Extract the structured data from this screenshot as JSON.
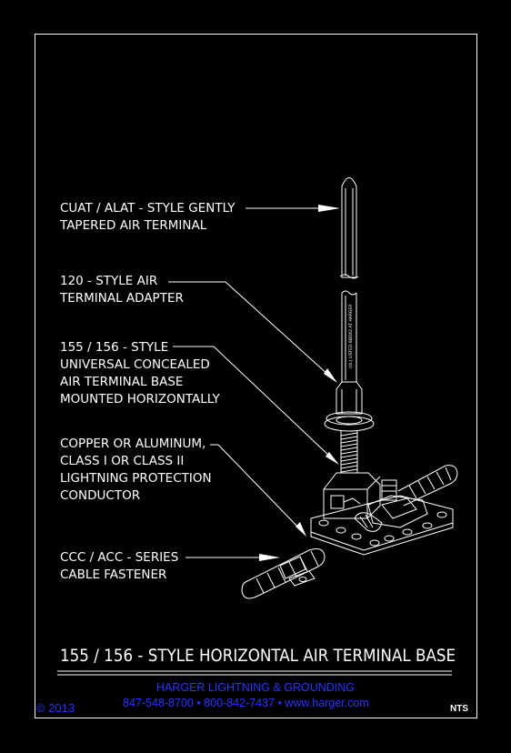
{
  "labels": {
    "air_terminal": [
      "CUAT / ALAT - STYLE GENTLY",
      "TAPERED AIR TERMINAL"
    ],
    "adapter": [
      "120 - STYLE AIR",
      "TERMINAL ADAPTER"
    ],
    "base": [
      "155 / 156 - STYLE",
      "UNIVERSAL CONCEALED",
      "AIR TERMINAL BASE",
      "MOUNTED HORIZONTALLY"
    ],
    "conductor": [
      "COPPER OR ALUMINUM,",
      "CLASS I OR CLASS II",
      "LIGHTNING PROTECTION",
      "CONDUCTOR"
    ],
    "fastener": [
      "CCC / ACC - SERIES",
      "CABLE FASTENER"
    ]
  },
  "adapter_marking": "(UL) LISTED 8BOX2 AT HARGER",
  "title": "155 / 156 - STYLE HORIZONTAL AIR TERMINAL BASE",
  "footer": {
    "company": "HARGER LIGHTNING & GROUNDING",
    "contact": "847-548-8700 • 800-842-7437 • www.harger.com",
    "copyright": "© 2013",
    "scale": "NTS"
  },
  "colors": {
    "background": "#000000",
    "lines": "#ffffff",
    "footer_text": "#2a33ff"
  }
}
